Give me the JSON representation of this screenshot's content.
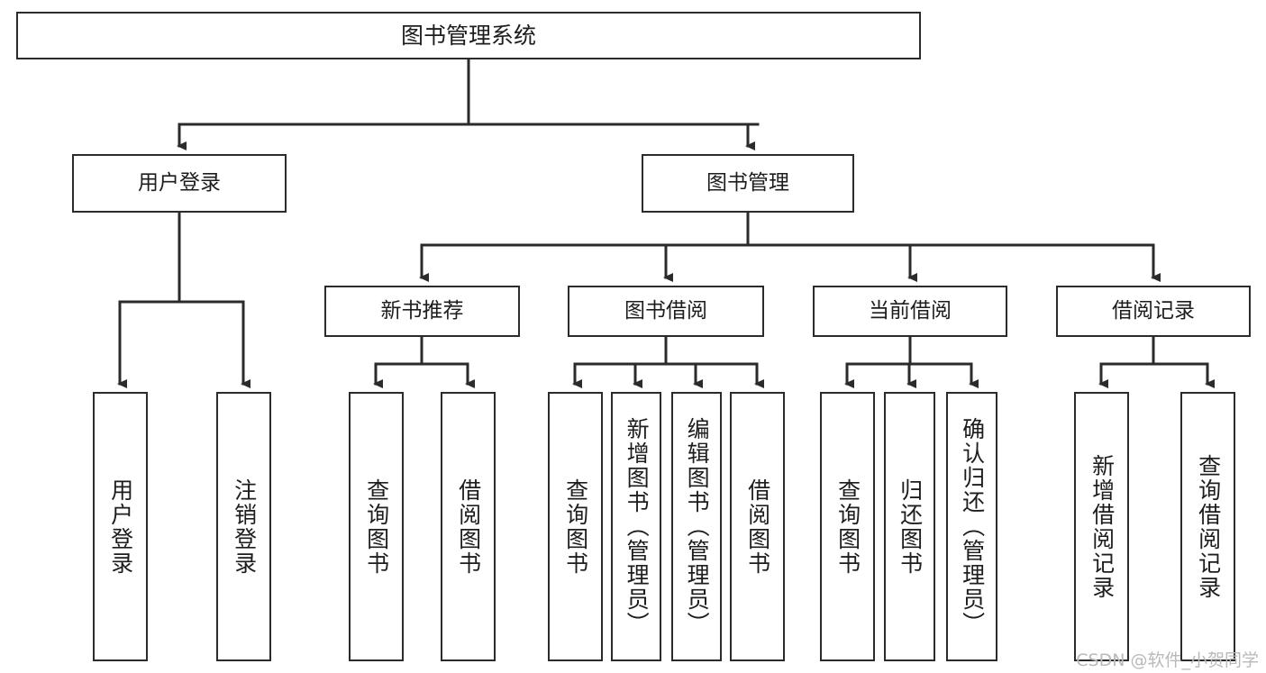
{
  "diagram": {
    "title": "图书管理系统",
    "watermark": "CSDN @软件_小贺同学",
    "colors": {
      "box_border": "#2b2b2b",
      "box_fill": "#ffffff",
      "edge": "#2b2b2b",
      "text": "#1d1d1d",
      "watermark": "#b9b9b9"
    },
    "nodes": {
      "root": {
        "label": "图书管理系统"
      },
      "level1": [
        {
          "label": "用户登录"
        },
        {
          "label": "图书管理"
        }
      ],
      "level2": [
        {
          "label": "新书推荐"
        },
        {
          "label": "图书借阅"
        },
        {
          "label": "当前借阅"
        },
        {
          "label": "借阅记录"
        }
      ],
      "leaves": {
        "user_login": [
          {
            "label": "用户登录"
          },
          {
            "label": "注销登录"
          }
        ],
        "new_book_recommend": [
          {
            "label": "查询图书"
          },
          {
            "label": "借阅图书"
          }
        ],
        "book_borrow": [
          {
            "label": "查询图书"
          },
          {
            "label": "新增图书（管理员）"
          },
          {
            "label": "编辑图书（管理员）"
          },
          {
            "label": "借阅图书"
          }
        ],
        "current_borrow": [
          {
            "label": "查询图书"
          },
          {
            "label": "归还图书"
          },
          {
            "label": "确认归还（管理员）"
          }
        ],
        "borrow_record": [
          {
            "label": "新增借阅记录"
          },
          {
            "label": "查询借阅记录"
          }
        ]
      }
    }
  }
}
